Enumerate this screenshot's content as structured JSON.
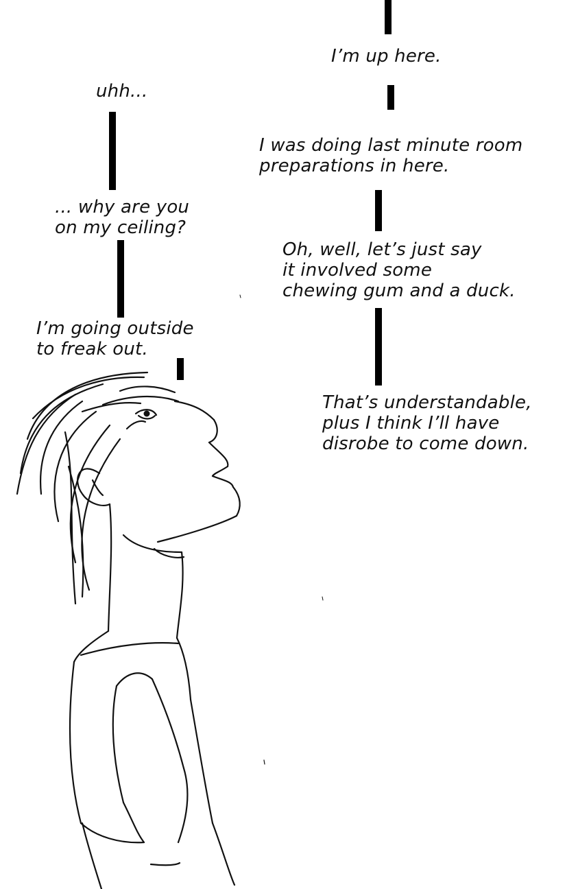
{
  "captions": {
    "right_1": "I’m up here.",
    "right_2": "I was doing last minute room\npreparations in here.",
    "right_3": "Oh, well, let’s just say\nit involved some\nchewing gum and a duck.",
    "right_4": "That’s understandable,\nplus I think I’ll have\ndisrobe to come down.",
    "left_1": "uhh...",
    "left_2": "... why are you\non my ceiling?",
    "left_3": "I’m going outside\nto freak out."
  },
  "colors": {
    "ink": "#111111",
    "paper": "#ffffff"
  },
  "figure_icon": "boy-looking-up-sketch"
}
